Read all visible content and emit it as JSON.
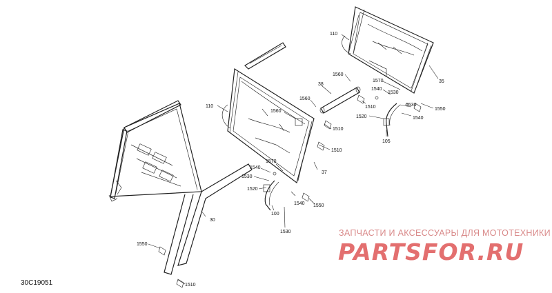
{
  "diagram_code": "30C19051",
  "watermark": {
    "tagline": "ЗАПЧАСТИ И АКСЕССУАРЫ ДЛЯ МОТОТЕХНИКИ",
    "brand": "PARTSFOR.RU"
  },
  "callouts": {
    "c110a": "110",
    "c35": "35",
    "c1560a": "1560",
    "c38": "38",
    "c1570a": "1570",
    "c1540a": "1540",
    "c1530a": "1530",
    "c1510a": "1510",
    "c1530b": "1530",
    "c1550a": "1550",
    "c1520a": "1520",
    "c1540b": "1540",
    "c105": "105",
    "c110b": "110",
    "c1560b": "1560",
    "c1560c": "1560",
    "c1510b": "1510",
    "c1510c": "1510",
    "c37": "37",
    "c1570b": "1570",
    "c1540c": "1540",
    "c1530c": "1530",
    "c1520b": "1520",
    "c1540d": "1540",
    "c1550b": "1550",
    "c100": "100",
    "c1530d": "1530",
    "c30": "30",
    "c1550c": "1550",
    "c1510d": "1510"
  }
}
